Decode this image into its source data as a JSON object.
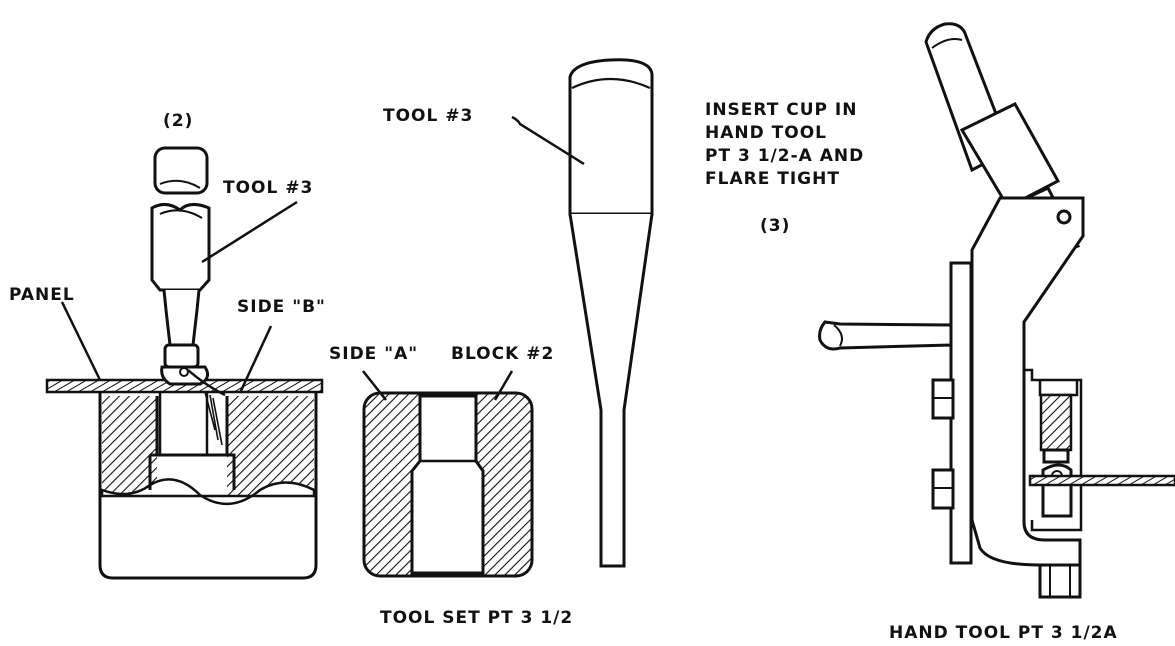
{
  "labels": {
    "step_2": "(2)",
    "tool3_left": "TOOL #3",
    "panel": "PANEL",
    "side_b": "SIDE \"B\"",
    "side_a": "SIDE \"A\"",
    "block2": "BLOCK #2",
    "tool3_center": "TOOL #3",
    "tool_set": "TOOL SET PT 3 1/2",
    "instruction_line1": "INSERT CUP IN",
    "instruction_line2": "HAND TOOL",
    "instruction_line3": "PT 3 1/2-A AND",
    "instruction_line4": "FLARE TIGHT",
    "step_3": "(3)",
    "hand_tool": "HAND TOOL PT 3 1/2A"
  }
}
